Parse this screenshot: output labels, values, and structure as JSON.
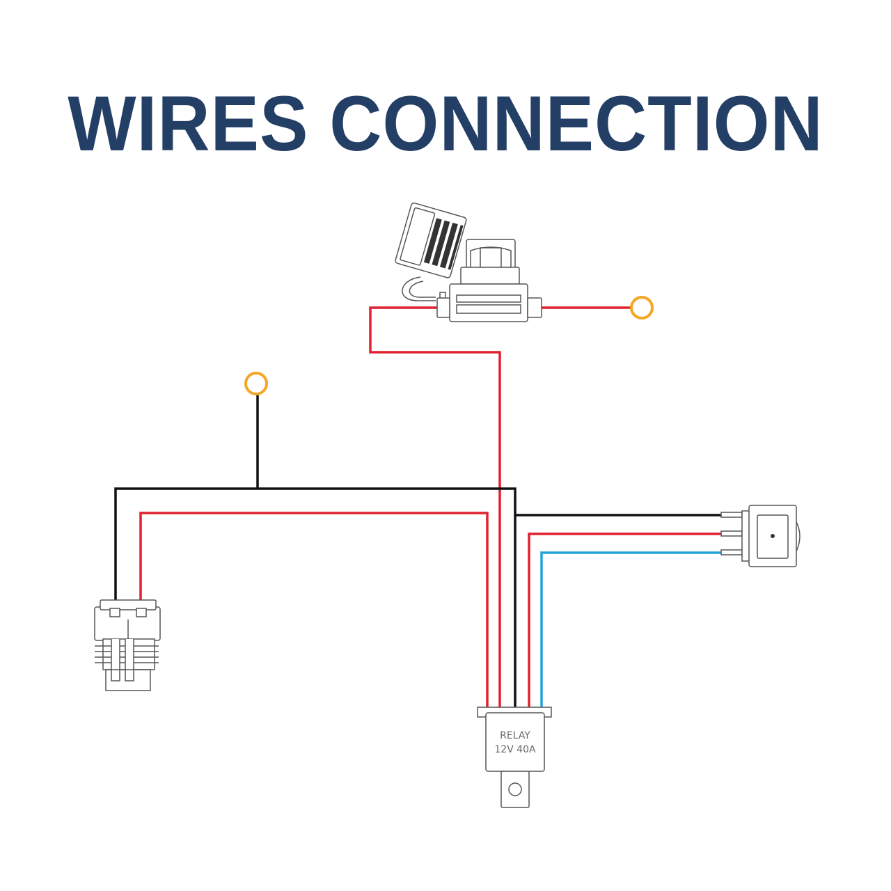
{
  "title": "WIRES CONNECTION",
  "relay": {
    "line1": "RELAY",
    "line2": "12V 40A"
  },
  "colors": {
    "title": "#243f66",
    "red_wire": "#e0212e",
    "black_wire": "#111111",
    "blue_wire": "#22a3dc",
    "ring_terminal": "#f5a623",
    "outline": "#555555"
  },
  "components": [
    {
      "name": "inline-fuse-holder",
      "icon": "fuse-holder-icon"
    },
    {
      "name": "relay",
      "icon": "relay-icon"
    },
    {
      "name": "rocker-switch",
      "icon": "rocker-switch-icon"
    },
    {
      "name": "light-connector",
      "icon": "connector-plug-icon"
    },
    {
      "name": "battery-positive-terminal",
      "icon": "ring-terminal-icon"
    },
    {
      "name": "ground-terminal",
      "icon": "ring-terminal-icon"
    }
  ]
}
